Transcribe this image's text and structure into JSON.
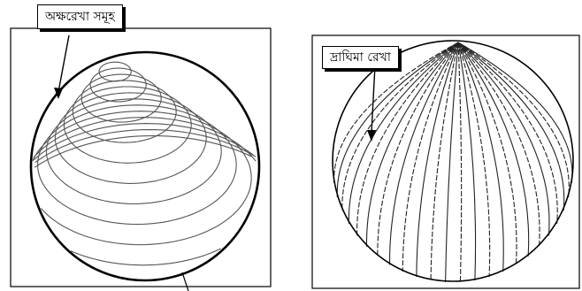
{
  "left_diagram": {
    "label": "অক্ষরেখা সমূহ",
    "line_type": "latitude",
    "line_count": 13
  },
  "right_diagram": {
    "label": "দ্রাঘিমা রেখা",
    "line_type": "longitude",
    "line_count": 24
  }
}
